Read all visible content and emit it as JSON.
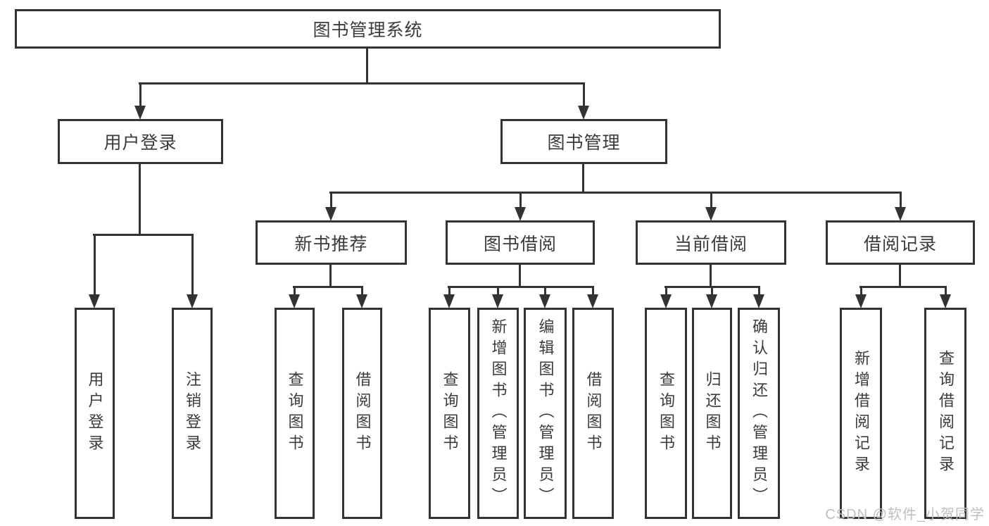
{
  "style": {
    "line_color": "#333333",
    "text_color": "#3b3b3b",
    "watermark_color": "#bfbfbf",
    "background": "#ffffff"
  },
  "nodes": {
    "root": {
      "label": "图书管理系统"
    },
    "user_login": {
      "label": "用户登录",
      "children": [
        {
          "label": "用户登录"
        },
        {
          "label": "注销登录"
        }
      ]
    },
    "book_management": {
      "label": "图书管理",
      "children": [
        {
          "label": "新书推荐",
          "children": [
            {
              "label": "查询图书"
            },
            {
              "label": "借阅图书"
            }
          ]
        },
        {
          "label": "图书借阅",
          "children": [
            {
              "label": "查询图书"
            },
            {
              "label": "新增图书（管理员）"
            },
            {
              "label": "编辑图书（管理员）"
            },
            {
              "label": "借阅图书"
            }
          ]
        },
        {
          "label": "当前借阅",
          "children": [
            {
              "label": "查询图书"
            },
            {
              "label": "归还图书"
            },
            {
              "label": "确认归还（管理员）"
            }
          ]
        },
        {
          "label": "借阅记录",
          "children": [
            {
              "label": "新增借阅记录"
            },
            {
              "label": "查询借阅记录"
            }
          ]
        }
      ]
    }
  },
  "watermark": {
    "text": "CSDN @软件_小贺同学"
  }
}
